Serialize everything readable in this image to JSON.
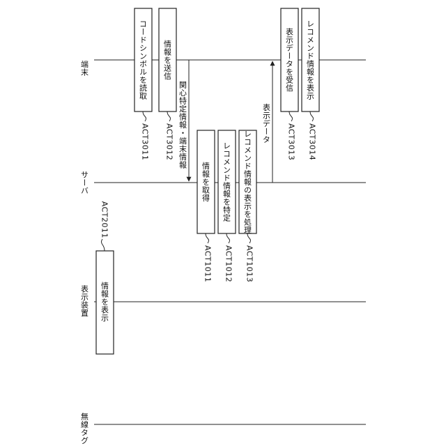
{
  "lanes": {
    "terminal": "端末",
    "server": "サーバ",
    "display": "表示装置",
    "tag": "無線タグ"
  },
  "acts": {
    "a3011": {
      "label": "コードシンボルを読取",
      "code": "ACT3011"
    },
    "a3012": {
      "label": "情報を送信",
      "code": "ACT3012"
    },
    "a3013": {
      "label": "表示データを受信",
      "code": "ACT3013"
    },
    "a3014": {
      "label": "レコメンド情報を表示",
      "code": "ACT3014"
    },
    "a1011": {
      "label": "情報を取得",
      "code": "ACT1011"
    },
    "a1012": {
      "label": "レコメンド情報を特定",
      "code": "ACT1012"
    },
    "a1013": {
      "label": "レコメンド情報の表示を処理",
      "code": "ACT1013"
    },
    "a2011": {
      "label": "情報を表示",
      "code": "ACT2011"
    }
  },
  "messages": {
    "to_server": "関心特定情報・端末情報",
    "to_terminal": "表示データ"
  }
}
